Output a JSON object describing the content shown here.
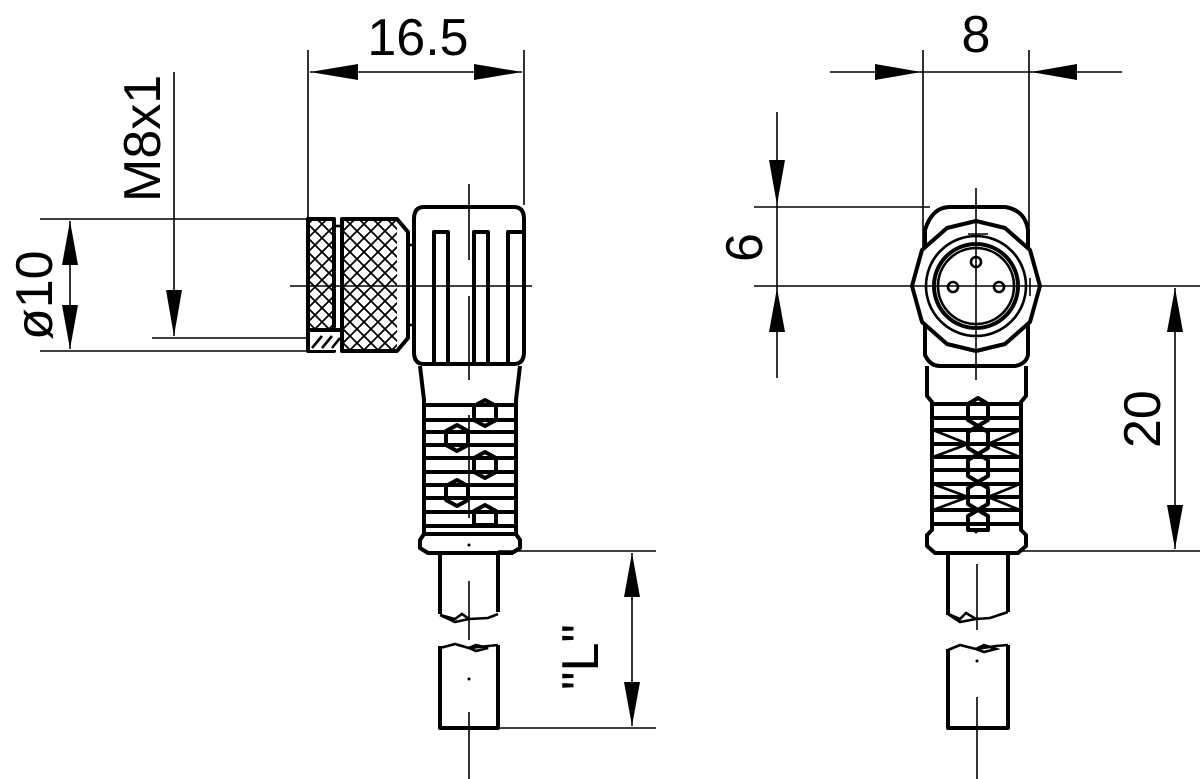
{
  "drawing": {
    "subject": "M8 right-angle connector with cable",
    "side_view": {
      "dim_length": "16.5",
      "dim_thread": "M8x1",
      "dim_diameter": "ø10",
      "dim_cable_length": "\"L\""
    },
    "front_view": {
      "dim_width": "8",
      "dim_offset": "6",
      "dim_height": "20",
      "pin_count": 3
    },
    "colors": {
      "line": "#000000",
      "background": "#ffffff"
    }
  }
}
